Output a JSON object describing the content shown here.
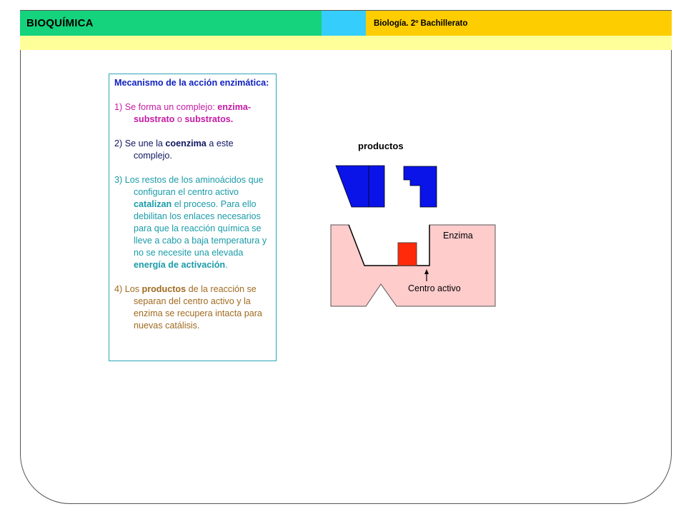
{
  "header": {
    "title": "BIOQUÍMICA",
    "subtitle": "Biología. 2º Bachillerato",
    "colors": {
      "green": "#14d37c",
      "cyan": "#35cdfb",
      "yellow": "#fdcd00",
      "light_yellow": "#ffff99"
    }
  },
  "textbox": {
    "p0": {
      "a": "Mecanismo de la acción enzimática:"
    },
    "p1": {
      "a": "1)  Se forma un complejo: ",
      "b": "enzima-substrato",
      "c": " o ",
      "d": "substratos."
    },
    "p2": {
      "a": "2) Se une la ",
      "b": "coenzima",
      "c": " a este complejo."
    },
    "p3": {
      "a": "3)  Los restos de los aminoácidos que configuran el centro activo ",
      "b": "catalizan",
      "c": " el proceso. Para ello debilitan los enlaces necesarios para que la reacción química se lleve a cabo a baja temperatura y no se necesite una elevada ",
      "d": "energía de activación",
      "e": "."
    },
    "p4": {
      "a": "4)  Los ",
      "b": "productos",
      "c": " de la reacción se separan del centro activo y la enzima se recupera intacta para nuevas catálisis."
    }
  },
  "diagram": {
    "productos_label": "productos",
    "enzima_label": "Enzima",
    "centro_label": "Centro activo",
    "colors": {
      "product": "#0a14e8",
      "enzyme": "#ffcccc",
      "coenzyme": "#ff2a0a"
    }
  }
}
